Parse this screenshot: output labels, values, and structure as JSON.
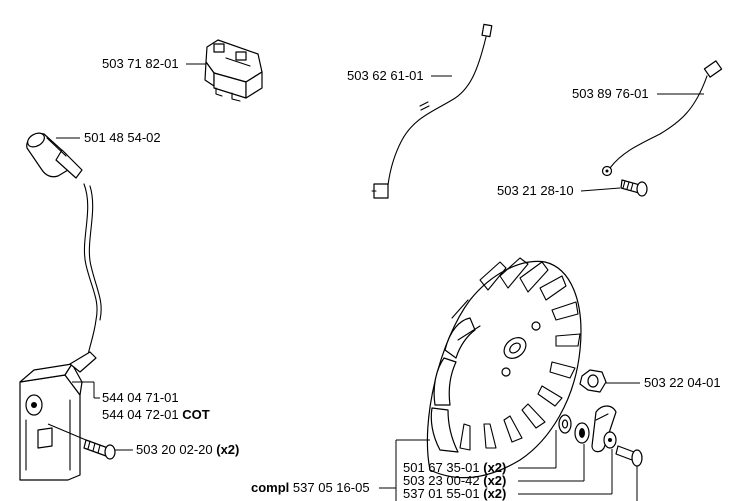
{
  "parts": {
    "connector_block": "503 71 82-01",
    "wire_center": "503 62 61-01",
    "wire_right": "503 89 76-01",
    "spark_plug_cap": "501 48 54-02",
    "screw_small": "503 21 28-10",
    "coil_1": "544 04 71-01",
    "coil_2_num": "544 04 72-01",
    "coil_2_suffix": "COT",
    "coil_screw_num": "503 20 02-20",
    "coil_screw_qty": "(x2)",
    "nut": "503 22 04-01",
    "key_num": "501 67 35-01",
    "key_qty": "(x2)",
    "washer_num": "503 23 00-42",
    "washer_qty": "(x2)",
    "pawl_num": "537 01 55-01",
    "pawl_qty": "(x2)",
    "compl_prefix": "compl",
    "compl_num": "537 05 16-05"
  }
}
